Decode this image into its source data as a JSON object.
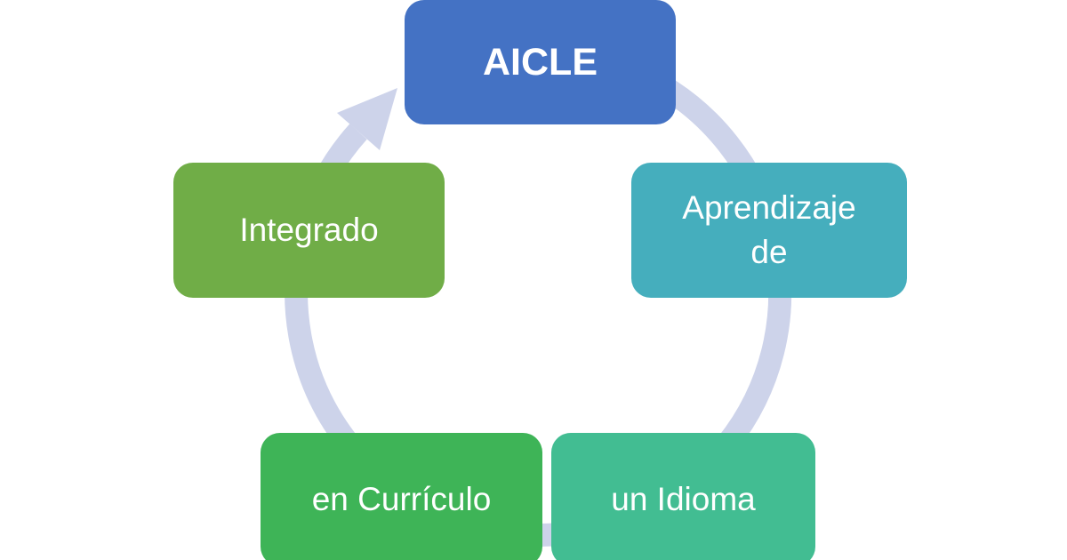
{
  "diagram": {
    "type": "cycle",
    "background_color": "#ffffff",
    "ring_color": "#cdd3ea",
    "text_color": "#ffffff",
    "nodes": [
      {
        "id": "aicle",
        "label": "AICLE",
        "color": "#4472c4",
        "bold": true
      },
      {
        "id": "aprendizaje-de",
        "label": "Aprendizaje de",
        "color": "#45aebd",
        "bold": false
      },
      {
        "id": "un-idioma",
        "label": "un Idioma",
        "color": "#42bd92",
        "bold": false
      },
      {
        "id": "en-curriculo",
        "label": "en Currículo",
        "color": "#3eb457",
        "bold": false
      },
      {
        "id": "integrado",
        "label": "Integrado",
        "color": "#70ad47",
        "bold": false
      }
    ]
  }
}
